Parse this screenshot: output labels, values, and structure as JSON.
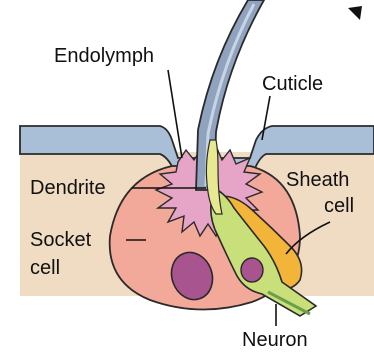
{
  "labels": {
    "endolymph": "Endolymph",
    "cuticle": "Cuticle",
    "dendrite": "Dendrite",
    "sheath_line1": "Sheath",
    "sheath_line2": "cell",
    "socket_line1": "Socket",
    "socket_line2": "cell",
    "neuron": "Neuron"
  },
  "colors": {
    "cuticle": "#a9bfd8",
    "tissue": "#f0dcc3",
    "socket_cell": "#f3a99a",
    "dendrite_cavity": "#e6a4c7",
    "nucleus": "#a8558f",
    "sheath_cell": "#f2b53a",
    "neuron": "#c9e07a",
    "neuron_stripe": "#6aa04a",
    "dendrite_tip": "#e8e890",
    "hair": "#8fa2be",
    "outline": "#2a2a2a"
  }
}
